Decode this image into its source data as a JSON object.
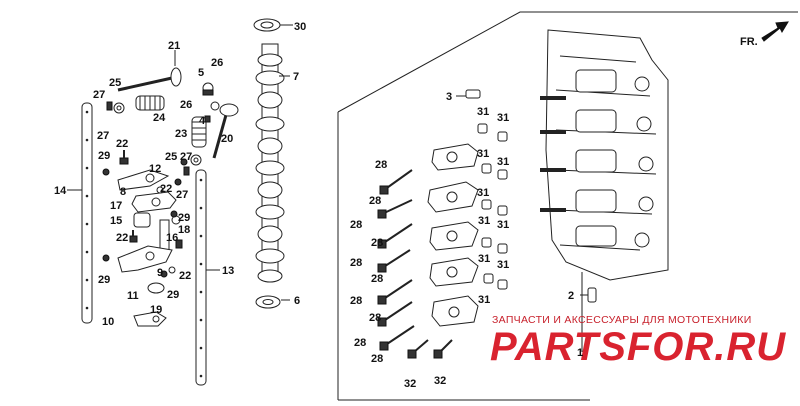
{
  "direction_label": "FR.",
  "watermark": {
    "line1": "ЗАПЧАСТИ И АКСЕССУАРЫ ДЛЯ МОТОТЕХНИКИ",
    "line2": "PARTSFOR.RU"
  },
  "callouts": [
    {
      "id": "c1",
      "text": "1"
    },
    {
      "id": "c2",
      "text": "2"
    },
    {
      "id": "c3",
      "text": "3"
    },
    {
      "id": "c4",
      "text": "4"
    },
    {
      "id": "c5",
      "text": "5"
    },
    {
      "id": "c6",
      "text": "6"
    },
    {
      "id": "c7",
      "text": "7"
    },
    {
      "id": "c8",
      "text": "8"
    },
    {
      "id": "c9",
      "text": "9"
    },
    {
      "id": "c10",
      "text": "10"
    },
    {
      "id": "c11",
      "text": "11"
    },
    {
      "id": "c12",
      "text": "12"
    },
    {
      "id": "c13",
      "text": "13"
    },
    {
      "id": "c14",
      "text": "14"
    },
    {
      "id": "c15",
      "text": "15"
    },
    {
      "id": "c16",
      "text": "16"
    },
    {
      "id": "c17",
      "text": "17"
    },
    {
      "id": "c18",
      "text": "18"
    },
    {
      "id": "c19",
      "text": "19"
    },
    {
      "id": "c20",
      "text": "20"
    },
    {
      "id": "c21",
      "text": "21"
    },
    {
      "id": "c22a",
      "text": "22"
    },
    {
      "id": "c22b",
      "text": "22"
    },
    {
      "id": "c22c",
      "text": "22"
    },
    {
      "id": "c22d",
      "text": "22"
    },
    {
      "id": "c23",
      "text": "23"
    },
    {
      "id": "c24",
      "text": "24"
    },
    {
      "id": "c25a",
      "text": "25"
    },
    {
      "id": "c25b",
      "text": "25"
    },
    {
      "id": "c26a",
      "text": "26"
    },
    {
      "id": "c26b",
      "text": "26"
    },
    {
      "id": "c27a",
      "text": "27"
    },
    {
      "id": "c27b",
      "text": "27"
    },
    {
      "id": "c27c",
      "text": "27"
    },
    {
      "id": "c27d",
      "text": "27"
    },
    {
      "id": "c28a",
      "text": "28"
    },
    {
      "id": "c28b",
      "text": "28"
    },
    {
      "id": "c28c",
      "text": "28"
    },
    {
      "id": "c28d",
      "text": "28"
    },
    {
      "id": "c28e",
      "text": "28"
    },
    {
      "id": "c28f",
      "text": "28"
    },
    {
      "id": "c28g",
      "text": "28"
    },
    {
      "id": "c28h",
      "text": "28"
    },
    {
      "id": "c28i",
      "text": "28"
    },
    {
      "id": "c28j",
      "text": "28"
    },
    {
      "id": "c28k",
      "text": "28"
    },
    {
      "id": "c28l",
      "text": "28"
    },
    {
      "id": "c29a",
      "text": "29"
    },
    {
      "id": "c29b",
      "text": "29"
    },
    {
      "id": "c29c",
      "text": "29"
    },
    {
      "id": "c29d",
      "text": "29"
    },
    {
      "id": "c30",
      "text": "30"
    },
    {
      "id": "c31a",
      "text": "31"
    },
    {
      "id": "c31b",
      "text": "31"
    },
    {
      "id": "c31c",
      "text": "31"
    },
    {
      "id": "c31d",
      "text": "31"
    },
    {
      "id": "c31e",
      "text": "31"
    },
    {
      "id": "c31f",
      "text": "31"
    },
    {
      "id": "c31g",
      "text": "31"
    },
    {
      "id": "c31h",
      "text": "31"
    },
    {
      "id": "c31i",
      "text": "31"
    },
    {
      "id": "c31j",
      "text": "31"
    },
    {
      "id": "c31k",
      "text": "31"
    },
    {
      "id": "c31l",
      "text": "31"
    },
    {
      "id": "c32a",
      "text": "32"
    },
    {
      "id": "c32b",
      "text": "32"
    }
  ]
}
